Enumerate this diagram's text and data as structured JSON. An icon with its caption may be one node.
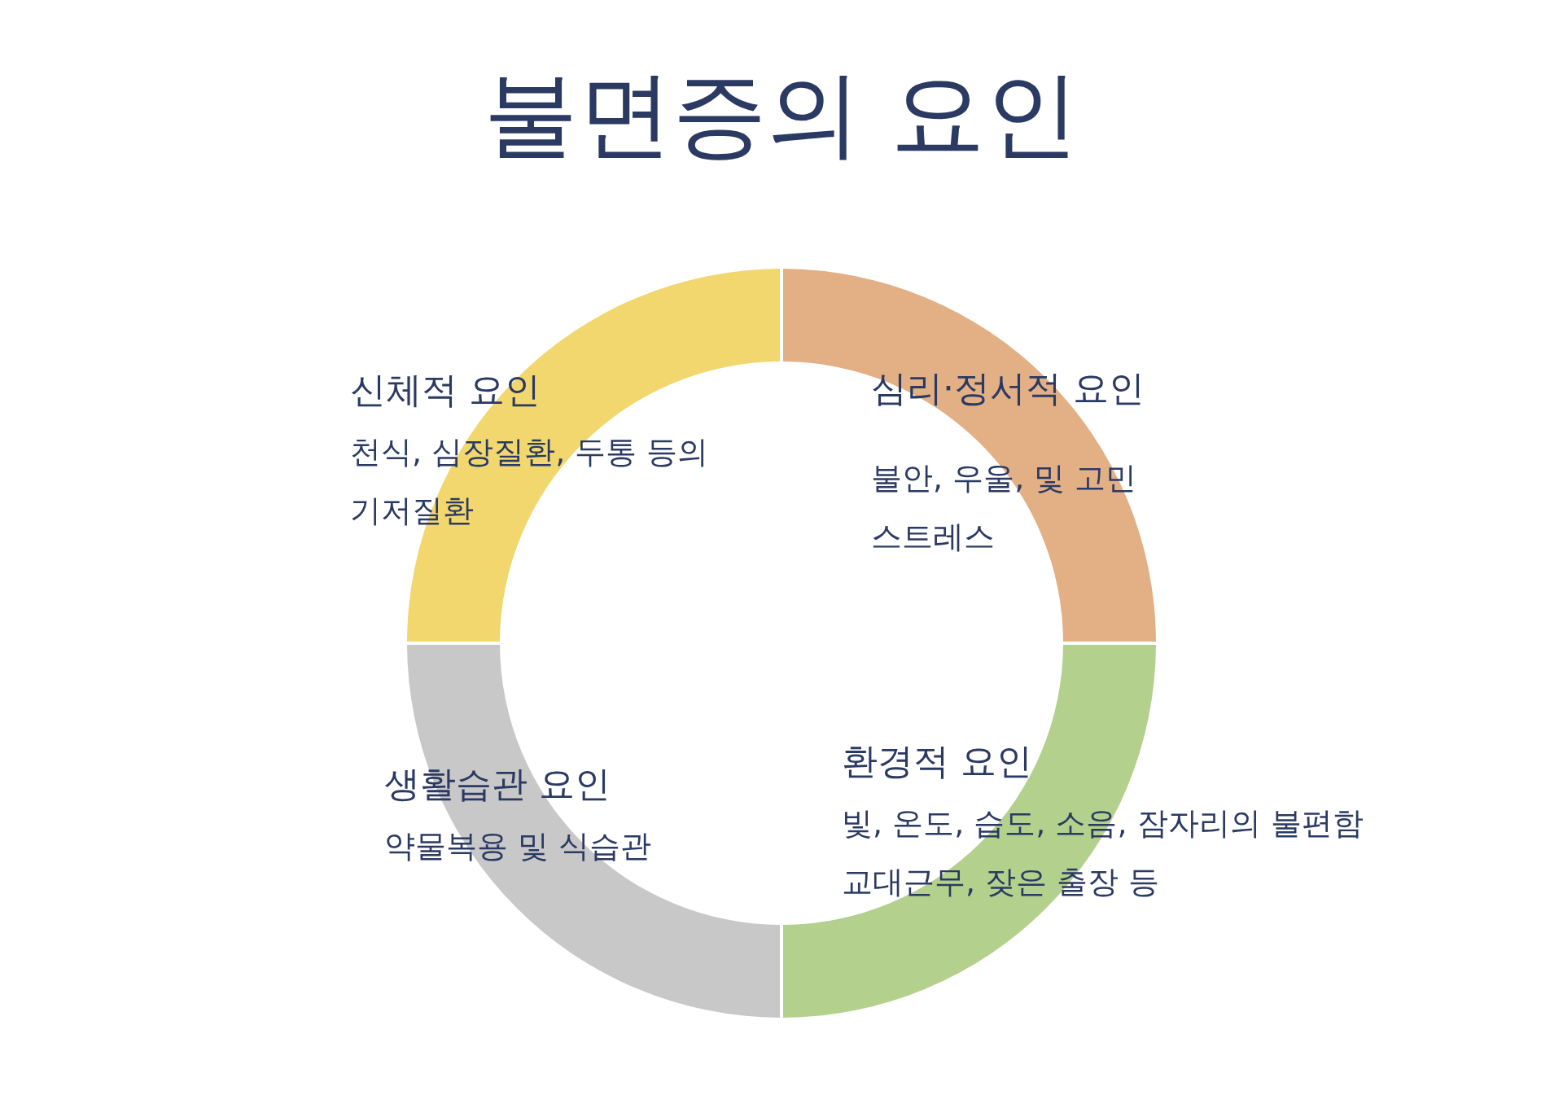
{
  "diagram": {
    "title": "불면증의 요인",
    "nodes": [
      {
        "text": [
          "신체적 요인",
          "천식, 심장질환, 두통 등의 기저질환"
        ]
      },
      {
        "text": [
          "심리·정서적 요인",
          "불안, 우울, 및 고민 스트레스"
        ]
      },
      {
        "text": [
          "생활습관 요인",
          "약물복용 및 식습관"
        ]
      },
      {
        "text": [
          "환경적 요인",
          "빛, 온도, 습도, 소음, 잠자리의 불편함 교대근무, 잦은 출장 등"
        ]
      }
    ]
  }
}
